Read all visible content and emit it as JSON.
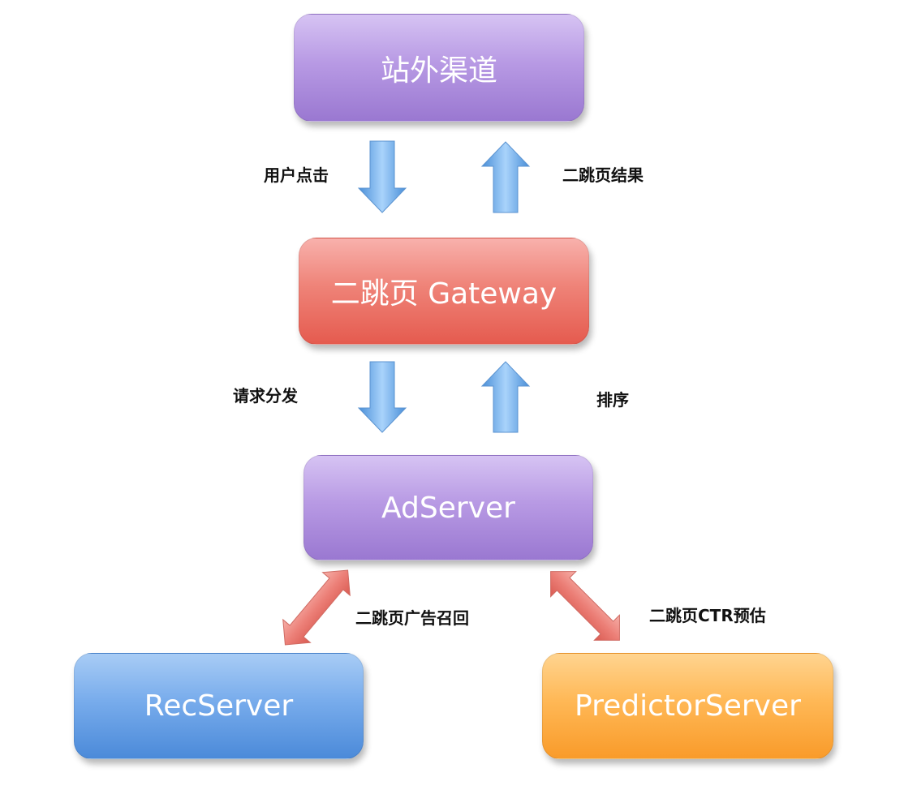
{
  "nodes": {
    "offsite_channel": "站外渠道",
    "gateway": "二跳页 Gateway",
    "adserver": "AdServer",
    "recserver": "RecServer",
    "predictorserver": "PredictorServer"
  },
  "edges": {
    "user_click": "用户点击",
    "result": "二跳页结果",
    "request_dispatch": "请求分发",
    "sort": "排序",
    "ad_recall": "二跳页广告召回",
    "ctr_estimate": "二跳页CTR预估"
  },
  "colors": {
    "purple": "#b89ae4",
    "red": "#ef8378",
    "blue": "#78acec",
    "orange": "#ffb856",
    "arrow_blue": "#6fb0ea",
    "arrow_red": "#ec7f77"
  }
}
